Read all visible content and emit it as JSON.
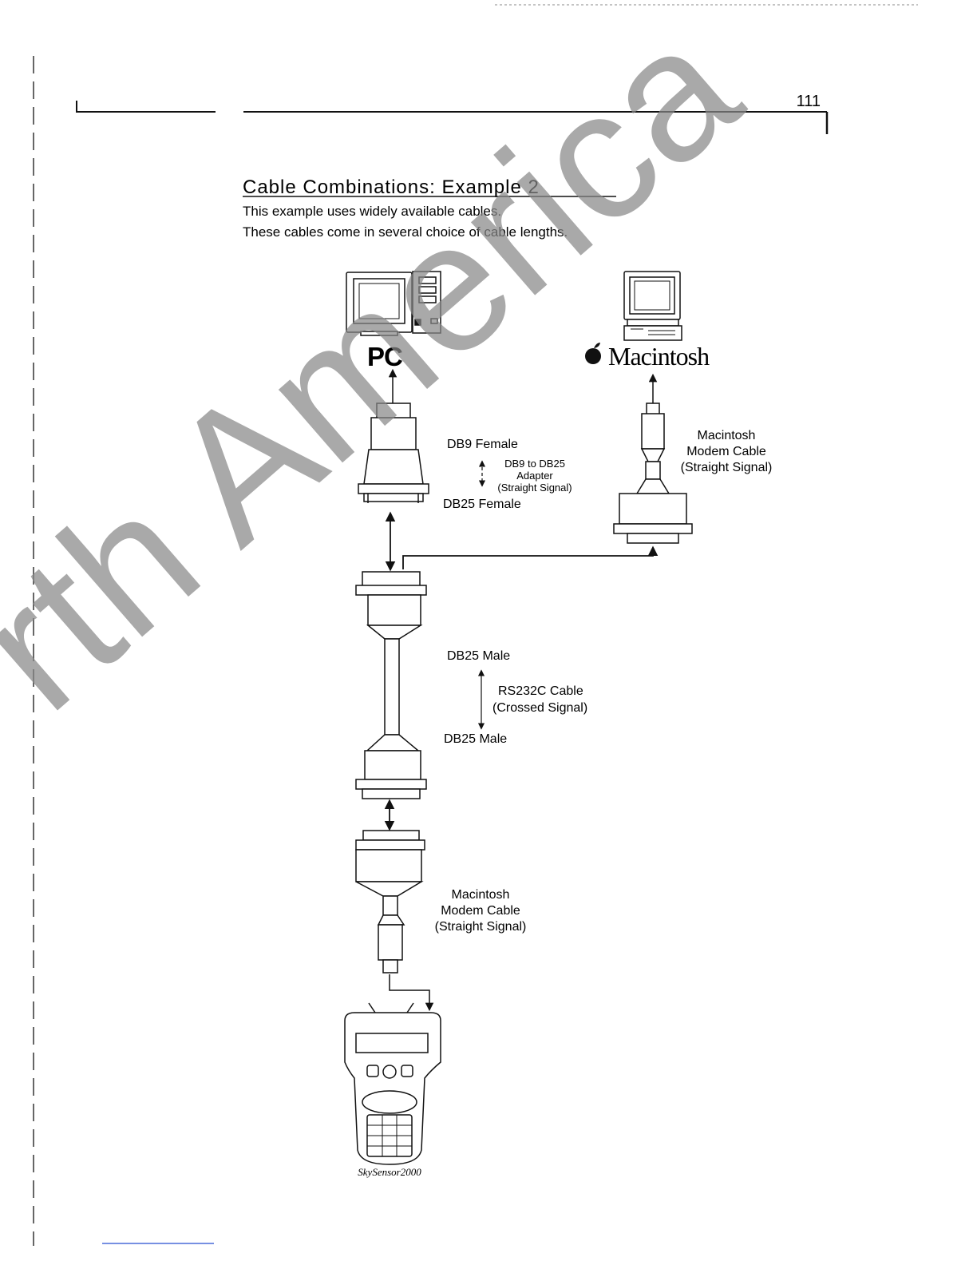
{
  "page": {
    "number": "111",
    "title": "Cable Combinations: Example 2",
    "intro": [
      "This example uses widely available cables.",
      "These cables come in several choice of cable lengths."
    ],
    "watermark": "rth America"
  },
  "diagram": {
    "pc_label": "PC",
    "mac_label": "Macintosh",
    "db9_female": "DB9 Female",
    "adapter_lines": [
      "DB9 to DB25",
      "Adapter",
      "(Straight Signal)"
    ],
    "db25_female": "DB25 Female",
    "mac_cable_top": [
      "Macintosh",
      "Modem Cable",
      "(Straight Signal)"
    ],
    "db25_male_top": "DB25 Male",
    "rs232_lines": [
      "RS232C Cable",
      "(Crossed Signal)"
    ],
    "db25_male_bottom": "DB25 Male",
    "mac_cable_bottom": [
      "Macintosh",
      "Modem Cable",
      "(Straight Signal)"
    ],
    "device_logo": "SkySensor2000"
  }
}
